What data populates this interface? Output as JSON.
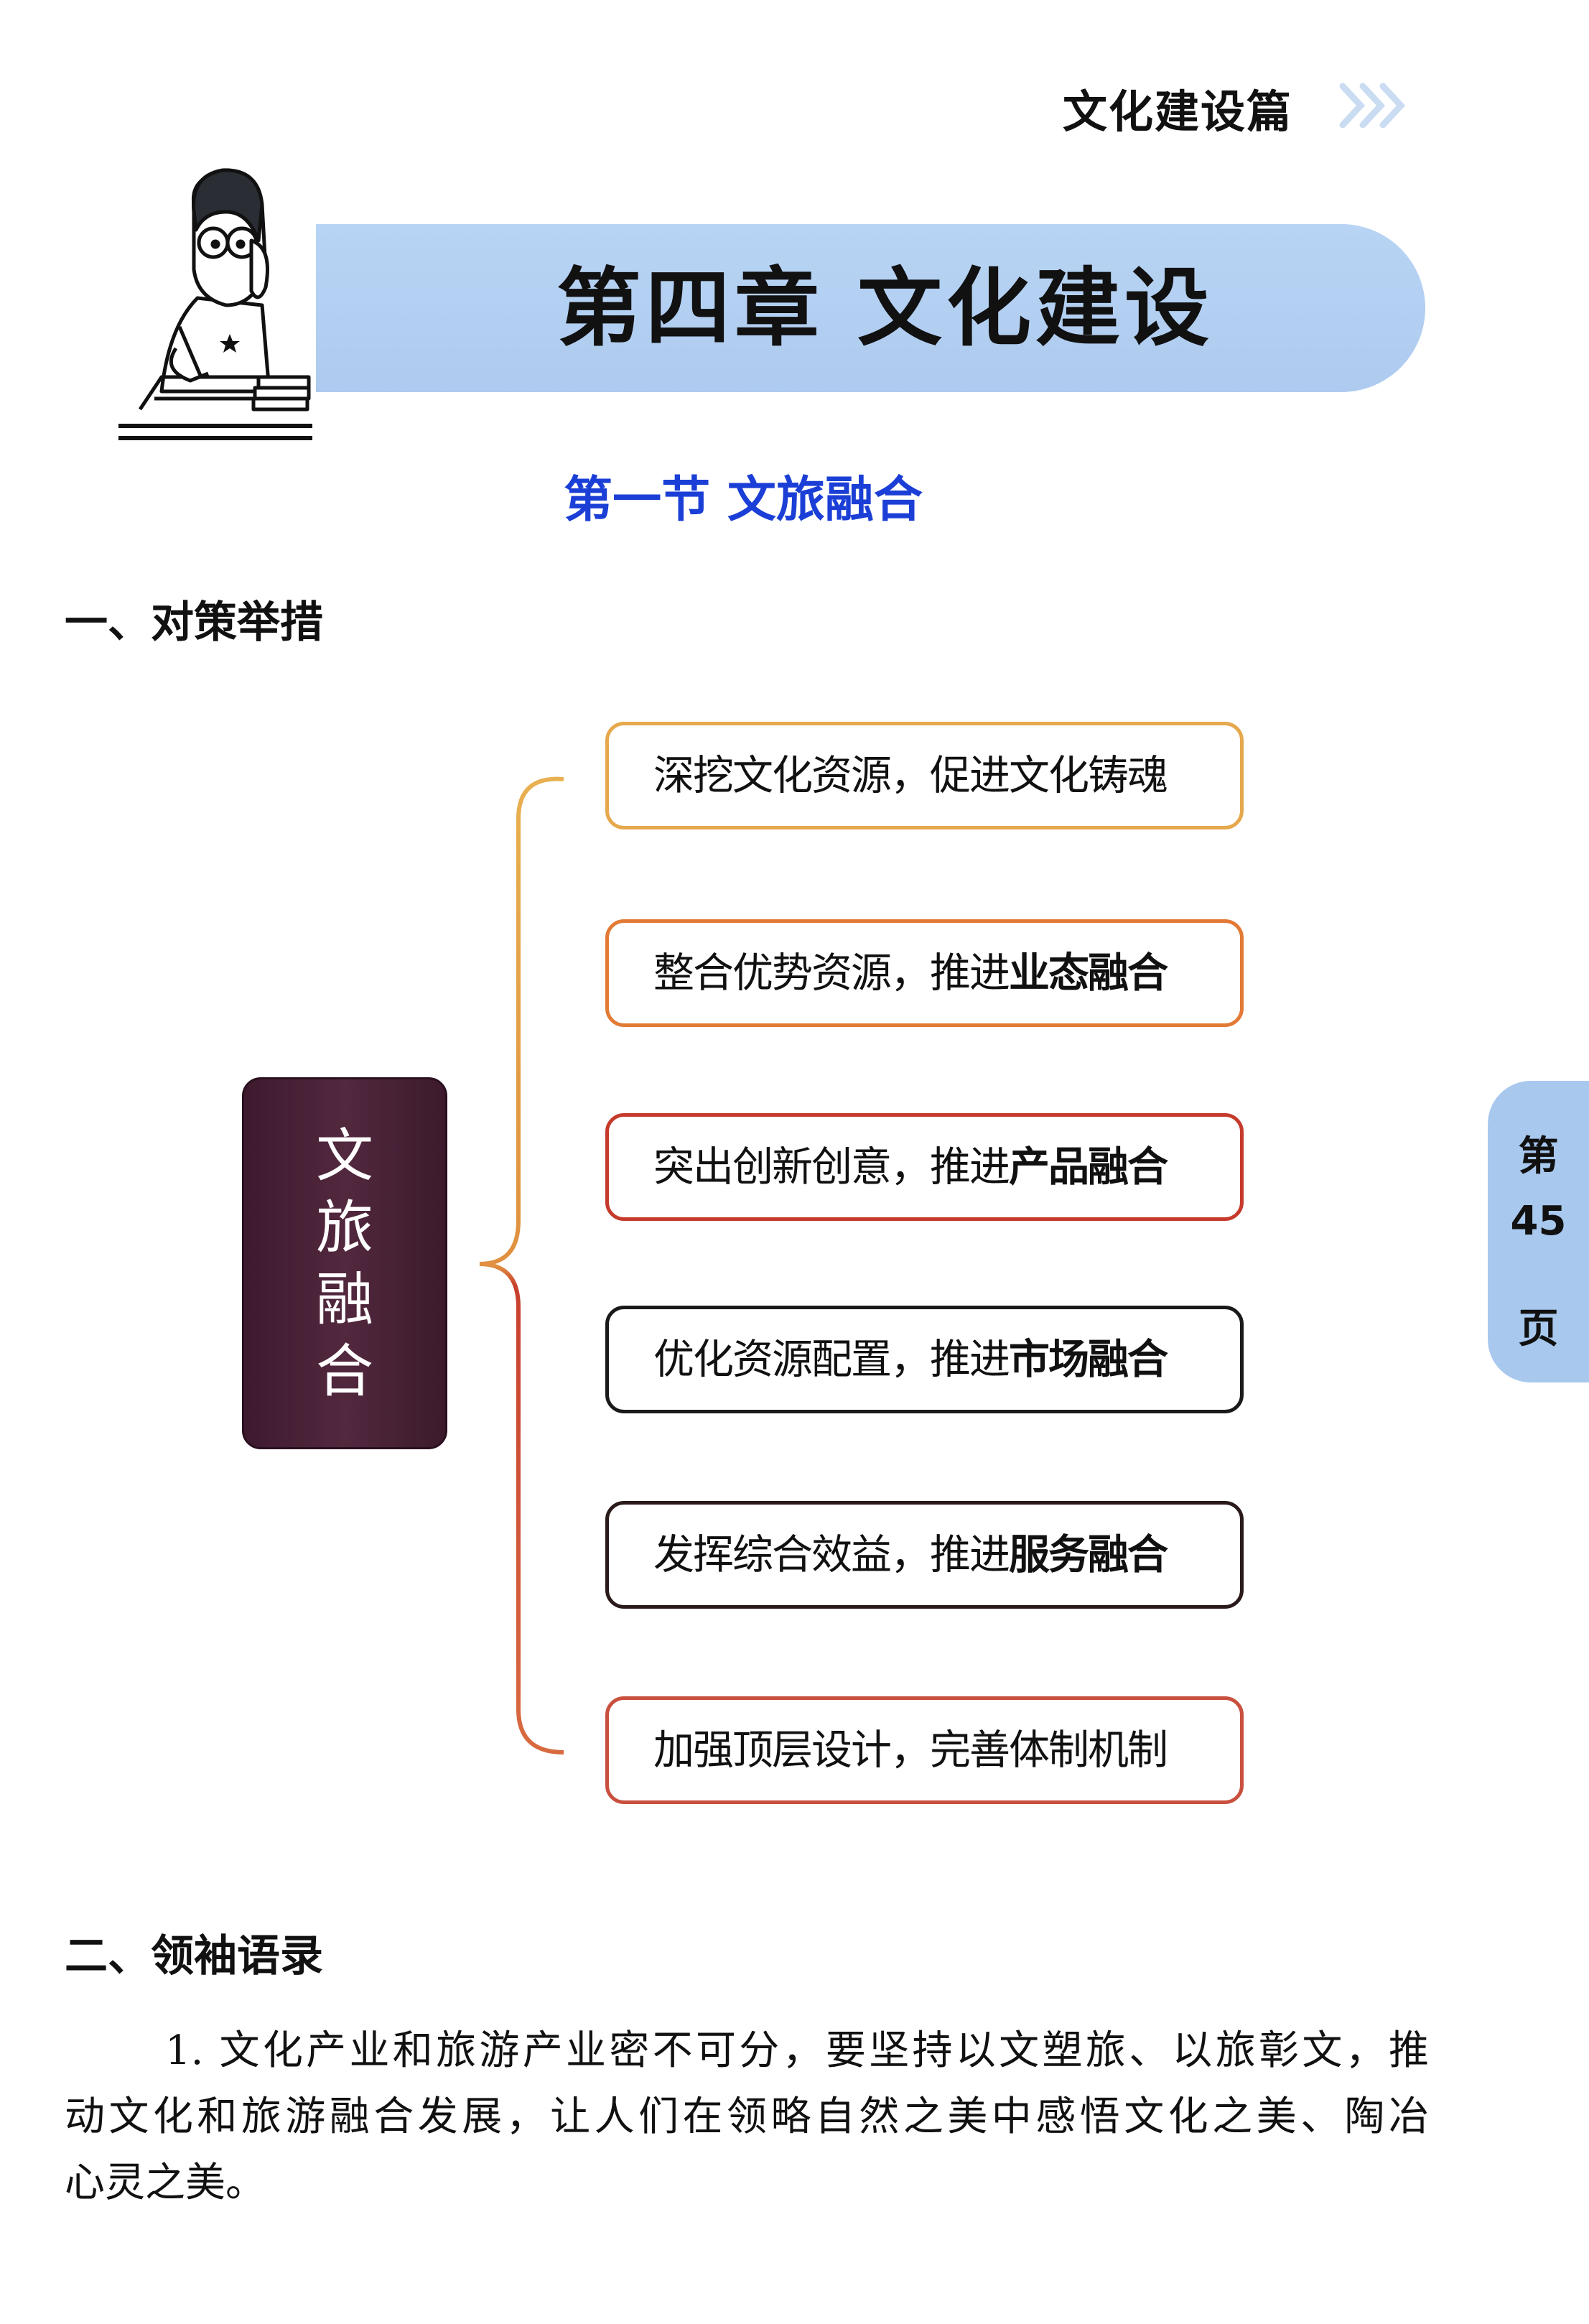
{
  "header": {
    "part_title": "文化建设篇",
    "chapter_title": "第四章  文化建设",
    "section_title": "第一节  文旅融合"
  },
  "section1": {
    "heading": "一、对策举措",
    "center_node": [
      "文",
      "旅",
      "融",
      "合"
    ],
    "branches": [
      {
        "normal": "深挖文化资源，促进文化铸魂",
        "bold": "",
        "color": "#e6a84c"
      },
      {
        "normal": "整合优势资源，推进",
        "bold": "业态融合",
        "color": "#e27a36"
      },
      {
        "normal": "突出创新创意，推进",
        "bold": "产品融合",
        "color": "#c63a2c"
      },
      {
        "normal": "优化资源配置，推进",
        "bold": "市场融合",
        "color": "#1a1a1a"
      },
      {
        "normal": "发挥综合效益，推进",
        "bold": "服务融合",
        "color": "#2a1a1a"
      },
      {
        "normal": "加强顶层设计，完善体制机制",
        "bold": "",
        "color": "#c9503e"
      }
    ]
  },
  "section2": {
    "heading": "二、领袖语录",
    "lines": [
      "1. 文化产业和旅游产业密不可分，要坚持以文塑旅、以旅彰文，推",
      "动文化和旅游融合发展，让人们在领略自然之美中感悟文化之美、陶冶",
      "心灵之美。"
    ]
  },
  "side_tab": {
    "prefix": "第",
    "page": "45",
    "suffix": "页"
  }
}
